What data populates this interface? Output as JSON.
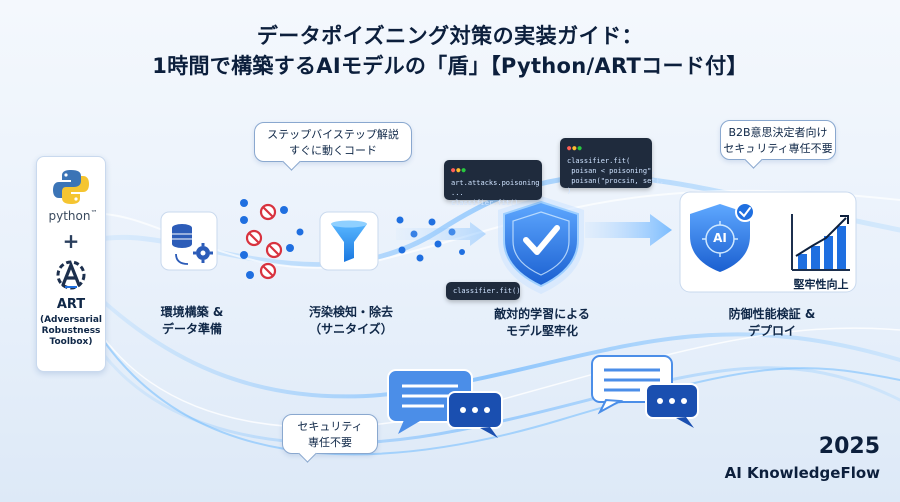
{
  "title": {
    "line1": "データポイズニング対策の実装ガイド：",
    "line2": "1時間で構築するAIモデルの「盾」【Python/ARTコード付】"
  },
  "tools": {
    "python": "python",
    "python_tm": "™",
    "plus": "+",
    "art_name": "ART",
    "art_desc": [
      "(Adversarial",
      "Robustness",
      "Toolbox)"
    ]
  },
  "bubbles": {
    "step": [
      "ステップバイステップ解説",
      "すぐに動くコード"
    ],
    "b2b": [
      "B2B意思決定者向け",
      "セキュリティ専任不要"
    ],
    "security": [
      "セキュリティ",
      "専任不要"
    ]
  },
  "steps": {
    "env": [
      "環境構築 &",
      "データ準備"
    ],
    "sanitize": [
      "汚染検知・除去",
      "（サニタイズ）"
    ],
    "adversarial": [
      "敵対的学習による",
      "モデル堅牢化"
    ],
    "deploy": [
      "防御性能検証 &",
      "デプロイ"
    ]
  },
  "code": {
    "snippet1": [
      "art.attacks.poisoning",
      "...",
      "classifier.fit()"
    ],
    "snippet2": [
      "classifier.fit(",
      " poisan < poisoning\",",
      " poisan(\"procsin, set),",
      ")"
    ],
    "snippet3": [
      "classifier.fit()"
    ]
  },
  "deploy_badge": {
    "ai": "AI"
  },
  "robust_label": "堅牢性向上",
  "footer": {
    "year": "2025",
    "brand": "AI KnowledgeFlow"
  },
  "colors": {
    "accent": "#1f6fe0",
    "navy": "#0c1f3c",
    "danger": "#d8333f",
    "flow": "#5fb3ff"
  }
}
